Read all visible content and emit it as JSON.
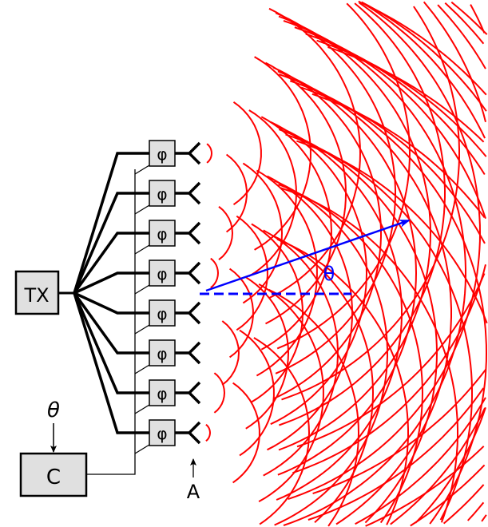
{
  "labels": {
    "transmitter": "TX",
    "controller": "C",
    "steering_input": "θ",
    "antenna": "A",
    "phase_shifter": "φ",
    "beam_angle": "θ"
  },
  "element_count": 8,
  "colors": {
    "wavefront": "#ff0000",
    "beam": "#0000ff",
    "box_fill": "#e0e0e0",
    "line": "#000000"
  },
  "icons": [
    "antenna-icon",
    "phase-shifter-icon",
    "arrow-icon"
  ]
}
